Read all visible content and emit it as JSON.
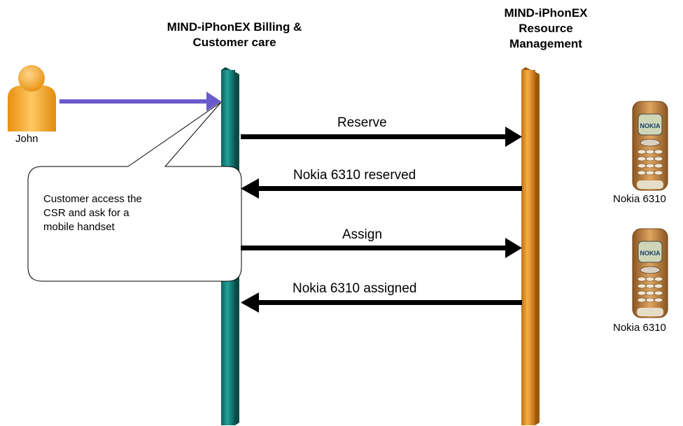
{
  "headers": {
    "billing": "MIND-iPhonEX Billing &\nCustomer care",
    "resource": "MIND-iPhonEX\nResource\nManagement"
  },
  "actor": {
    "name": "John",
    "icon": "person-icon"
  },
  "callout": {
    "text": "Customer access the\nCSR and ask for a\nmobile handset"
  },
  "messages": [
    {
      "label": "Reserve",
      "direction": "right"
    },
    {
      "label": "Nokia 6310 reserved",
      "direction": "left"
    },
    {
      "label": "Assign",
      "direction": "right"
    },
    {
      "label": "Nokia 6310 assigned",
      "direction": "left"
    }
  ],
  "phones": [
    {
      "label": "Nokia 6310",
      "icon": "mobile-phone-icon"
    },
    {
      "label": "Nokia 6310",
      "icon": "mobile-phone-icon"
    }
  ],
  "colors": {
    "billing_lifeline": "#1a8a84",
    "resource_lifeline": "#e8951a",
    "request_arrow": "#6a5acd",
    "message_arrow": "#000000",
    "person": "#f5a623",
    "phone_body": "#c98a3c"
  }
}
